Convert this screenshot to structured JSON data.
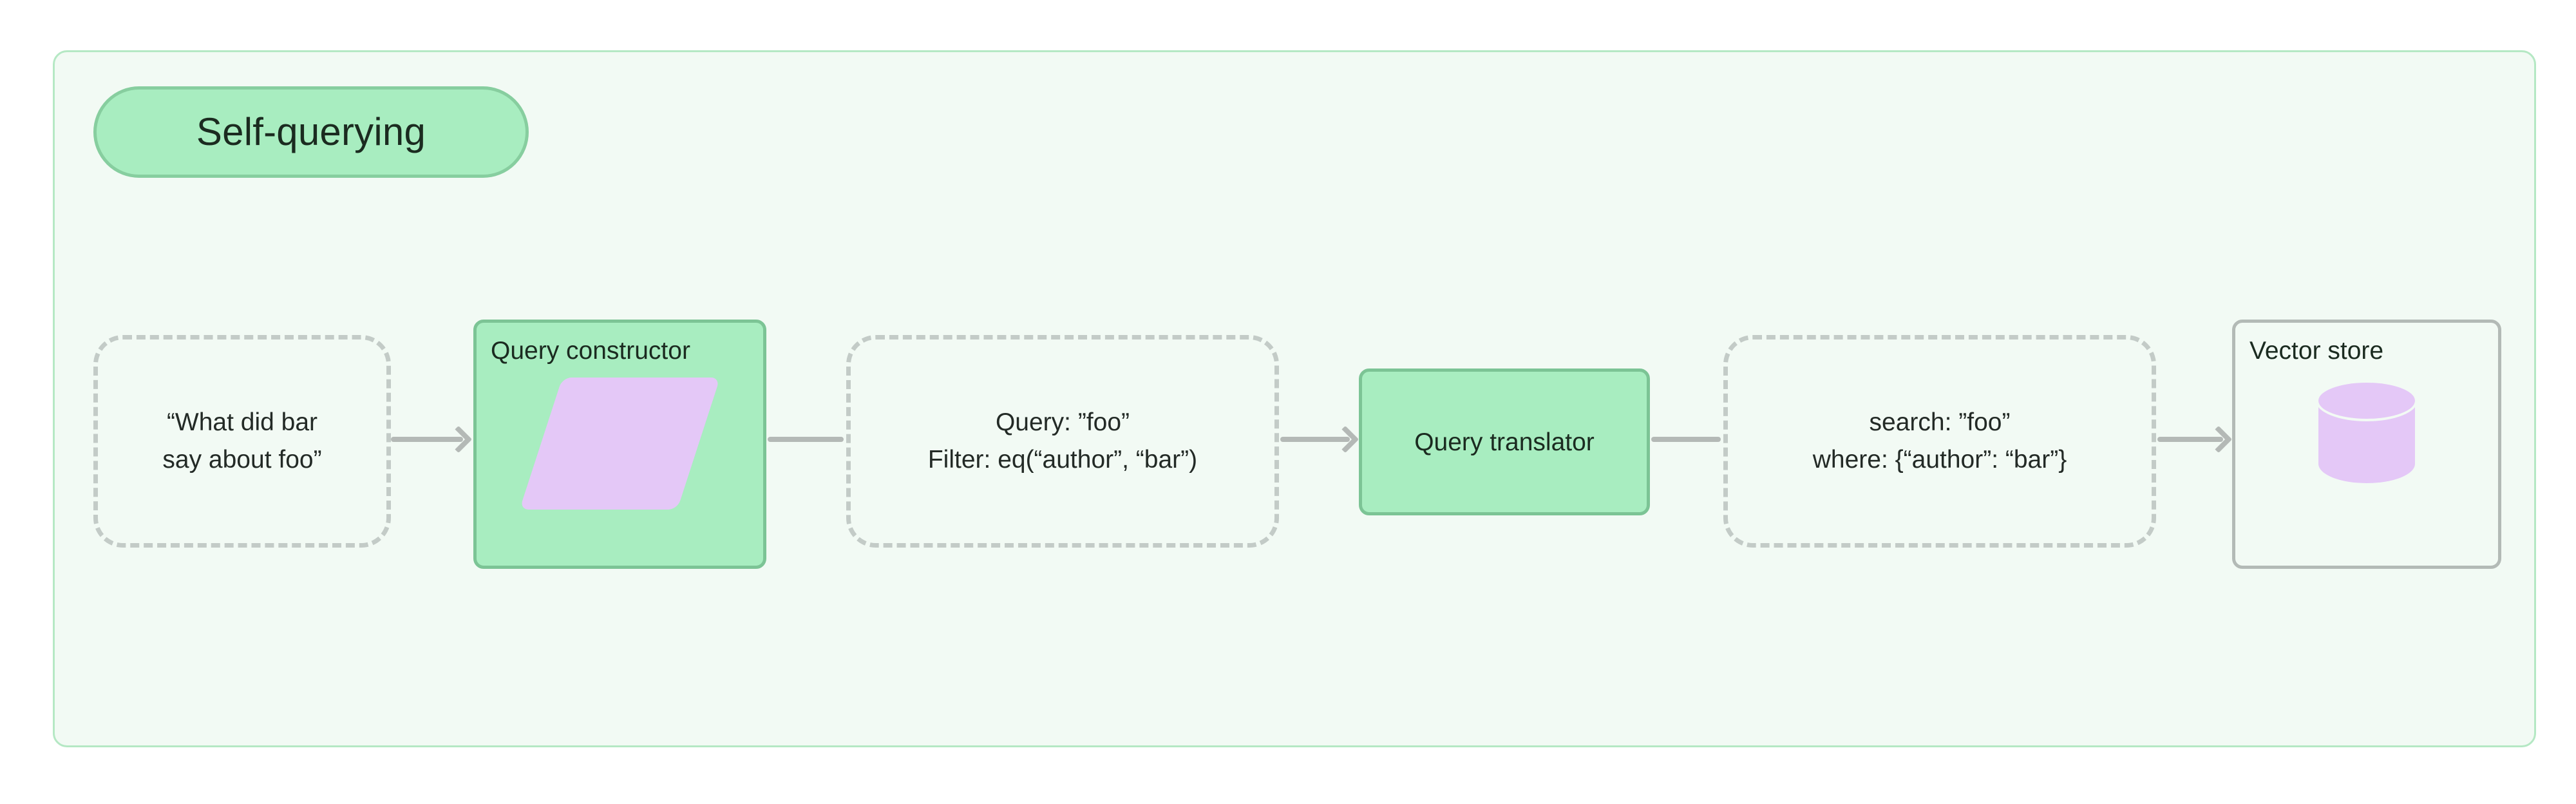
{
  "diagram": {
    "title": "Self-querying",
    "nodes": [
      {
        "id": "question",
        "kind": "data",
        "text_lines": [
          "“What did bar",
          "say about foo”"
        ]
      },
      {
        "id": "query-constructor",
        "kind": "process",
        "title": "Query constructor",
        "icon": "parallelogram-icon"
      },
      {
        "id": "structured-query",
        "kind": "data",
        "text_lines": [
          "Query: ”foo”",
          "Filter: eq(“author”, “bar”)"
        ]
      },
      {
        "id": "query-translator",
        "kind": "process",
        "title": "Query translator"
      },
      {
        "id": "native-query",
        "kind": "data",
        "text_lines": [
          "search: ”foo”",
          "where: {“author”: “bar”}"
        ]
      },
      {
        "id": "vector-store",
        "kind": "store",
        "title": "Vector store",
        "icon": "database-cylinder-icon"
      }
    ],
    "edges": [
      {
        "from": "question",
        "to": "query-constructor",
        "arrowhead": true
      },
      {
        "from": "query-constructor",
        "to": "structured-query",
        "arrowhead": false
      },
      {
        "from": "structured-query",
        "to": "query-translator",
        "arrowhead": true
      },
      {
        "from": "query-translator",
        "to": "native-query",
        "arrowhead": false
      },
      {
        "from": "native-query",
        "to": "vector-store",
        "arrowhead": true
      }
    ],
    "colors": {
      "container_bg": "#f2faf4",
      "container_border": "#b5e8c4",
      "title_pill_bg": "#a8edc0",
      "title_pill_border": "#87ce9f",
      "process_bg": "#a8edc0",
      "process_border": "#7cc495",
      "store_border": "#b3bab6",
      "dashed_border": "#c3cbc7",
      "edge": "#b4b9b6",
      "accent_purple": "#e4c8f7",
      "text": "#232a26"
    }
  }
}
